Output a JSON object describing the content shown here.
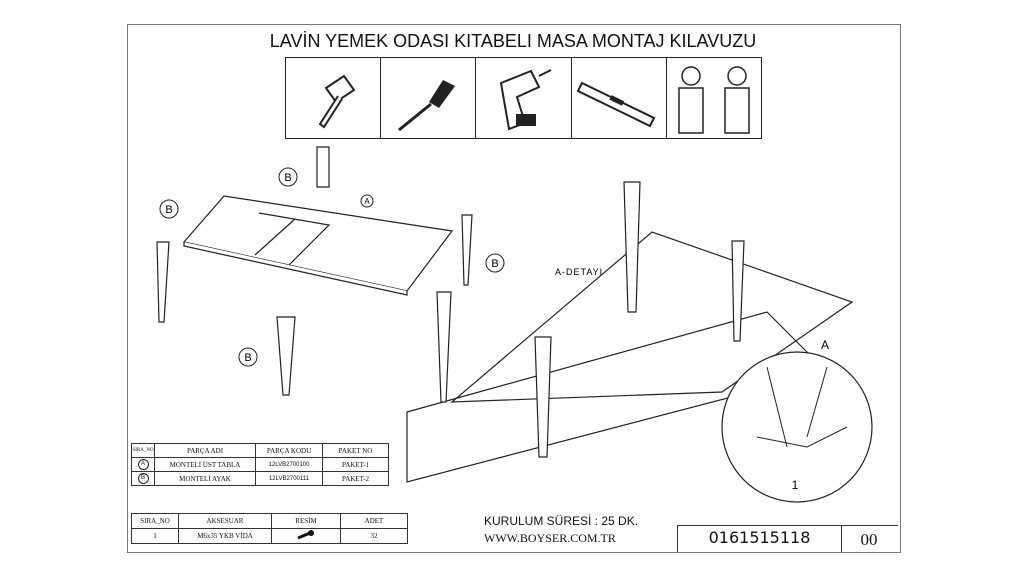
{
  "title": "LAVİN YEMEK ODASI KITABELI MASA MONTAJ KILAVUZU",
  "tools": [
    "hammer-icon",
    "screwdriver-icon",
    "drill-icon",
    "level-icon",
    "two-person-icon"
  ],
  "labels": {
    "a": "A",
    "b": "B",
    "detail": "A-DETAYI",
    "detail_letter": "A",
    "detail_number": "1"
  },
  "parts_table": {
    "headers": [
      "SIRA_NO",
      "PARÇA ADI",
      "PARÇA KODU",
      "PAKET NO"
    ],
    "rows": [
      {
        "no": "A",
        "name": "MONTELİ ÜST TABLA",
        "code": "12LVB2700100",
        "package": "PAKET-1"
      },
      {
        "no": "B",
        "name": "MONTELİ AYAK",
        "code": "12LVB2700111",
        "package": "PAKET-2"
      }
    ]
  },
  "accessory_table": {
    "headers": [
      "SIRA_NO",
      "AKSESUAR",
      "RESİM",
      "ADET"
    ],
    "rows": [
      {
        "no": "1",
        "name": "M6x35 YKB VİDA",
        "qty": "32"
      }
    ]
  },
  "duration": "KURULUM SÜRESİ : 25 DK.",
  "website": "WWW.BOYSER.COM.TR",
  "doc_code": "0161515118",
  "revision": "00"
}
